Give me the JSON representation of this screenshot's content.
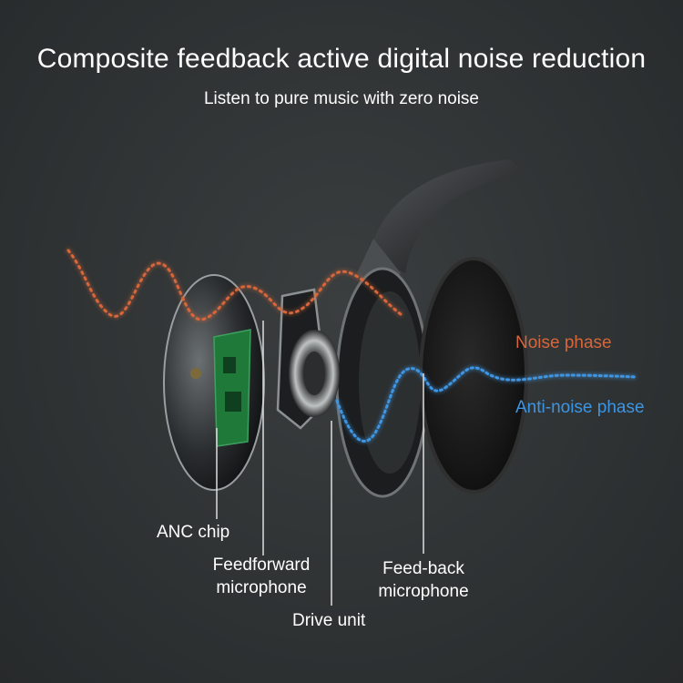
{
  "title": "Composite feedback active digital noise reduction",
  "subtitle": "Listen to pure music with zero noise",
  "legend": {
    "noise_phase": "Noise phase",
    "anti_noise_phase": "Anti-noise phase",
    "noise_color": "#d8663b",
    "anti_noise_color": "#3c95e4"
  },
  "labels": {
    "anc_chip": "ANC chip",
    "feedforward_line1": "Feedforward",
    "feedforward_line2": "microphone",
    "feedback_line1": "Feed-back",
    "feedback_line2": "microphone",
    "drive_unit": "Drive unit"
  }
}
